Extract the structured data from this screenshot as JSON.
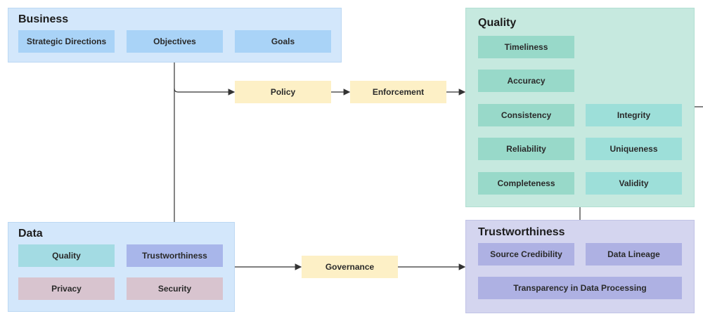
{
  "colors": {
    "business_bg": "#d3e7fb",
    "business_item": "#a9d3f7",
    "data_bg": "#d3e7fb",
    "quality_item_light": "#a3dbe3",
    "trust_item": "#a8b6ea",
    "privacy_item": "#d8c4cf",
    "quality_bg": "#c6e9df",
    "quality_item": "#98d9c9",
    "quality_item_alt": "#9ddfd9",
    "trust_bg": "#d4d5ef",
    "trust_box": "#aeb1e3",
    "process_bg": "#fdf0c6",
    "arrow": "#333333"
  },
  "business": {
    "title": "Business",
    "items": [
      "Strategic Directions",
      "Objectives",
      "Goals"
    ]
  },
  "data": {
    "title": "Data",
    "items": [
      "Quality",
      "Trustworthiness",
      "Privacy",
      "Security"
    ]
  },
  "process": {
    "policy": "Policy",
    "enforcement": "Enforcement",
    "governance": "Governance"
  },
  "quality": {
    "title": "Quality",
    "items": [
      "Timeliness",
      "Accuracy",
      "Consistency",
      "Integrity",
      "Reliability",
      "Uniqueness",
      "Completeness",
      "Validity"
    ]
  },
  "trustworthiness": {
    "title": "Trustworthiness",
    "items": [
      "Source Credibility",
      "Data Lineage",
      "Transparency in Data Processing"
    ]
  }
}
